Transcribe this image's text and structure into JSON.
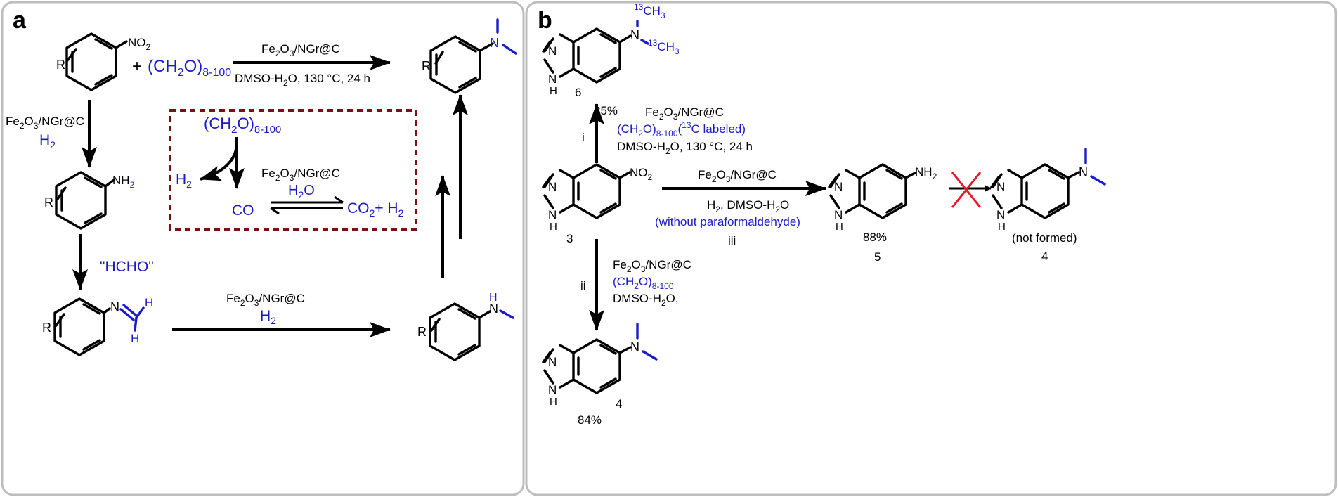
{
  "panel_a": {
    "label": "a",
    "top": {
      "plus": "+",
      "paraform": "(CH",
      "paraform_sub": "2",
      "paraform_close": "O)",
      "paraform_range": "8-100",
      "cat_a": "Fe",
      "cat_sub1": "2",
      "cat_mid": "O",
      "cat_sub2": "3",
      "cat_tail": "/NGr@C",
      "cond": "DMSO-H",
      "cond_sub": "2",
      "cond_tail": "O, 130 °C, 24 h"
    },
    "left_arrow": {
      "h2": "H",
      "h2_sub": "2"
    },
    "hcho": "\"HCHO\"",
    "bottom_h2": {
      "h2": "H",
      "h2_sub": "2"
    },
    "box": {
      "h2": "H",
      "h2_sub": "2",
      "co": "CO",
      "h2o": "H",
      "h2o_sub": "2",
      "h2o_tail": "O",
      "co2": "CO",
      "co2_sub": "2",
      "co2_plus": "+ H",
      "co2_h2_sub": "2"
    },
    "atoms": {
      "r": "R",
      "n": "N",
      "h": "H",
      "no2": "NO",
      "no2_sub": "2",
      "nh2": "NH",
      "nh2_sub": "2"
    }
  },
  "panel_b": {
    "label": "b",
    "compound6": {
      "num": "6",
      "yield": "85%",
      "iso": "13",
      "ch3": "CH",
      "ch3_sub": "3"
    },
    "step_i": {
      "label": "i",
      "reagent2": "(CH",
      "reagent2_sub": "2",
      "reagent2_close": "O)",
      "reagent2_range": "8-100",
      "reagent2_iso_open": "(",
      "reagent2_iso": "13",
      "reagent2_tail": "C labeled)",
      "cond": "DMSO-H",
      "cond_sub": "2",
      "cond_tail": "O, 130 °C, 24 h"
    },
    "compound3": {
      "num": "3",
      "no2": "NO",
      "no2_sub": "2"
    },
    "step_iii": {
      "label": "iii",
      "h2_cond": "H",
      "h2_sub": "2",
      "h2_tail": ", DMSO-H",
      "h2_sub2": "2",
      "h2_tail2": "O",
      "note": "(without paraformaldehyde)"
    },
    "compound5": {
      "num": "5",
      "yield": "88%",
      "nh2": "NH",
      "nh2_sub": "2"
    },
    "compound4_right": {
      "num": "4",
      "note": "(not formed)"
    },
    "step_ii": {
      "label": "ii",
      "cond": "DMSO-H",
      "cond_sub": "2",
      "cond_tail": "O,"
    },
    "compound4_bottom": {
      "num": "4",
      "yield": "84%"
    },
    "atoms": {
      "n": "N",
      "h": "H"
    }
  },
  "colors": {
    "blue": "#1a1ac8",
    "red": "#e8182a",
    "box": "#7a1010",
    "panel_border": "#bdbdbd"
  }
}
